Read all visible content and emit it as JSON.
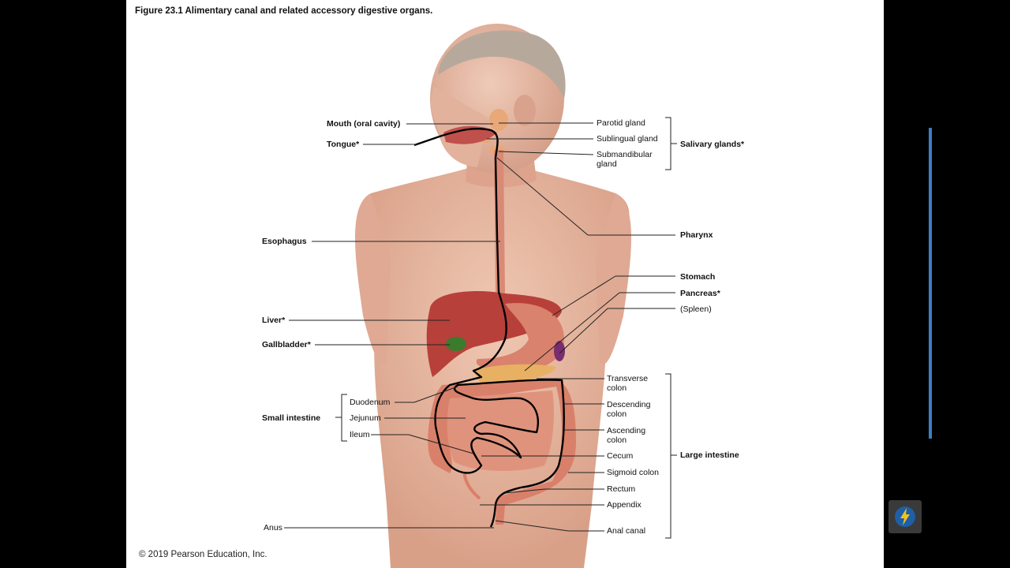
{
  "title": "Figure 23.1 Alimentary canal and related accessory digestive organs.",
  "copyright": "© 2019 Pearson Education, Inc.",
  "labels": {
    "mouth": "Mouth (oral cavity)",
    "tongue": "Tongue*",
    "esophagus": "Esophagus",
    "liver": "Liver*",
    "gallbladder": "Gallbladder*",
    "small_intestine": "Small intestine",
    "duodenum": "Duodenum",
    "jejunum": "Jejunum",
    "ileum": "Ileum",
    "anus": "Anus",
    "parotid": "Parotid gland",
    "sublingual": "Sublingual gland",
    "submandibular": "Submandibular gland",
    "salivary": "Salivary glands*",
    "pharynx": "Pharynx",
    "stomach": "Stomach",
    "pancreas": "Pancreas*",
    "spleen": "(Spleen)",
    "transverse": "Transverse colon",
    "descending": "Descending colon",
    "ascending": "Ascending colon",
    "cecum": "Cecum",
    "sigmoid": "Sigmoid colon",
    "rectum": "Rectum",
    "appendix": "Appendix",
    "anal_canal": "Anal canal",
    "large_intestine": "Large intestine"
  },
  "colors": {
    "skin": "#e6b59e",
    "liver": "#b8403a",
    "stomach": "#d9826d",
    "intestine": "#d9806a",
    "gallbladder": "#3c7a2e",
    "pancreas": "#e8b062",
    "spleen": "#7a2d6e",
    "scrollbar": "#3a7fc4"
  },
  "icons": {
    "corner_badge": "lightning-logo-icon"
  }
}
